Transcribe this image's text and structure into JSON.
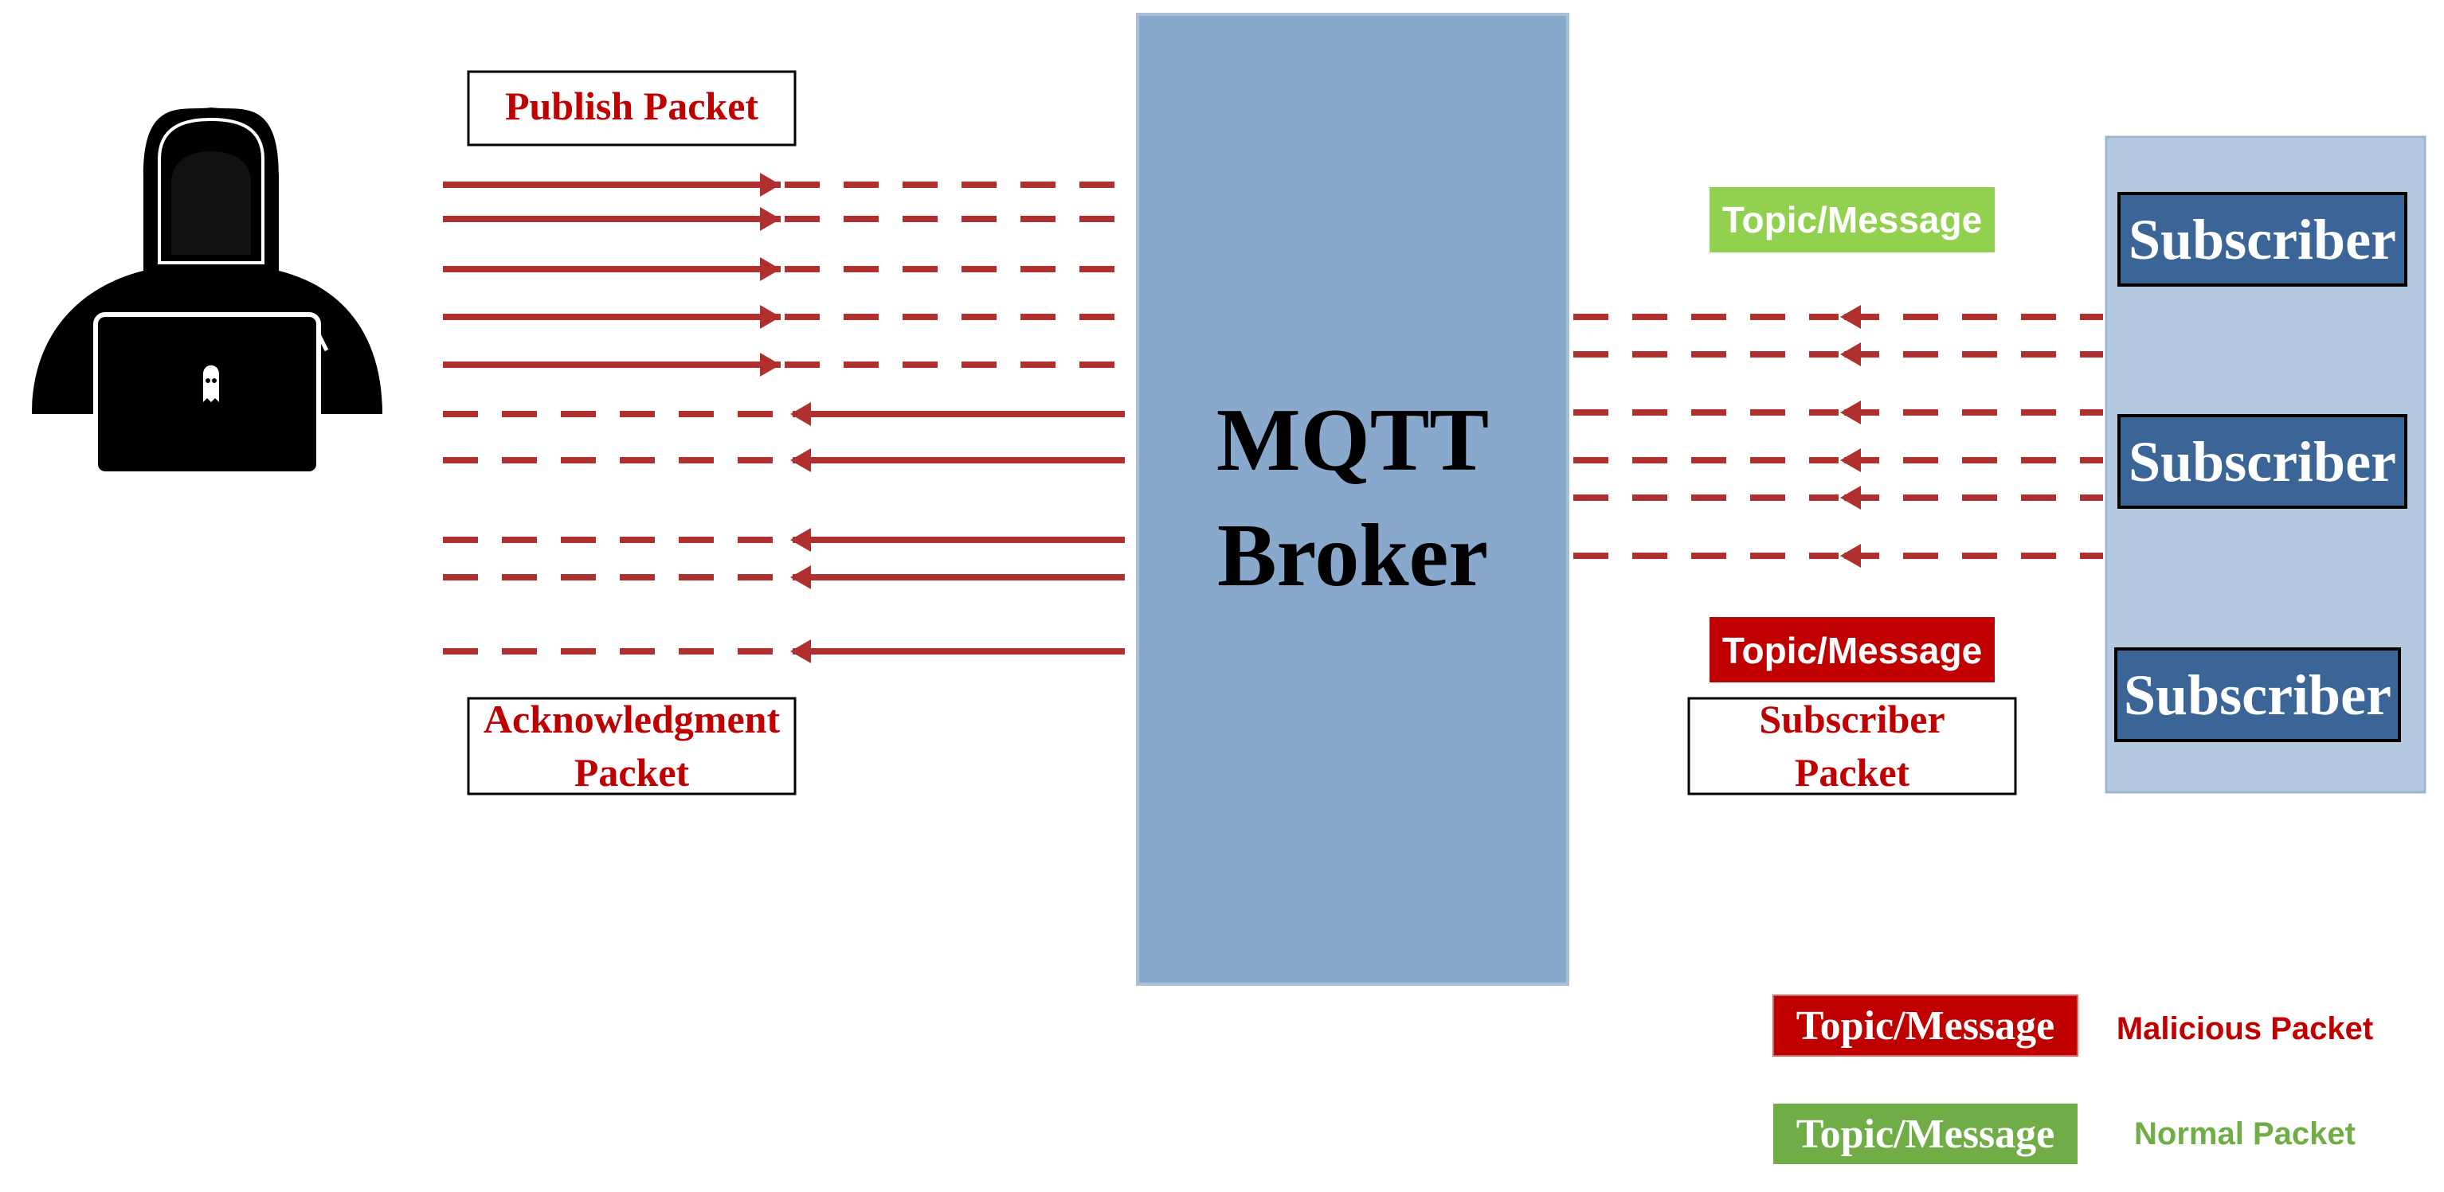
{
  "broker": {
    "line1": "MQTT",
    "line2": "Broker",
    "fill": "#88a9cb"
  },
  "attacker": {
    "icon": "hooded-hacker-icon",
    "laptop_icon": "ghost-icon"
  },
  "labels": {
    "publish_packet": "Publish Packet",
    "ack_line1": "Acknowledgment",
    "ack_line2": "Packet",
    "sub_packet_line1": "Subscriber",
    "sub_packet_line2": "Packet",
    "topic_normal": "Topic/Message",
    "topic_malicious": "Topic/Message"
  },
  "subscribers": [
    {
      "label": "Subscriber"
    },
    {
      "label": "Subscriber"
    },
    {
      "label": "Subscriber"
    }
  ],
  "legend": [
    {
      "swatch": "Topic/Message",
      "meaning": "Malicious Packet",
      "color": "#c00000",
      "text_color": "#c00000"
    },
    {
      "swatch": "Topic/Message",
      "meaning": "Normal Packet",
      "color": "#70ad47",
      "text_color": "#70ad47"
    }
  ],
  "colors": {
    "arrow": "#b03030",
    "label_text": "#c00000",
    "normal": "#92d050",
    "malicious": "#c00000",
    "subscriber_box": "#3a6596",
    "subscriber_panel": "#b4c8df"
  }
}
